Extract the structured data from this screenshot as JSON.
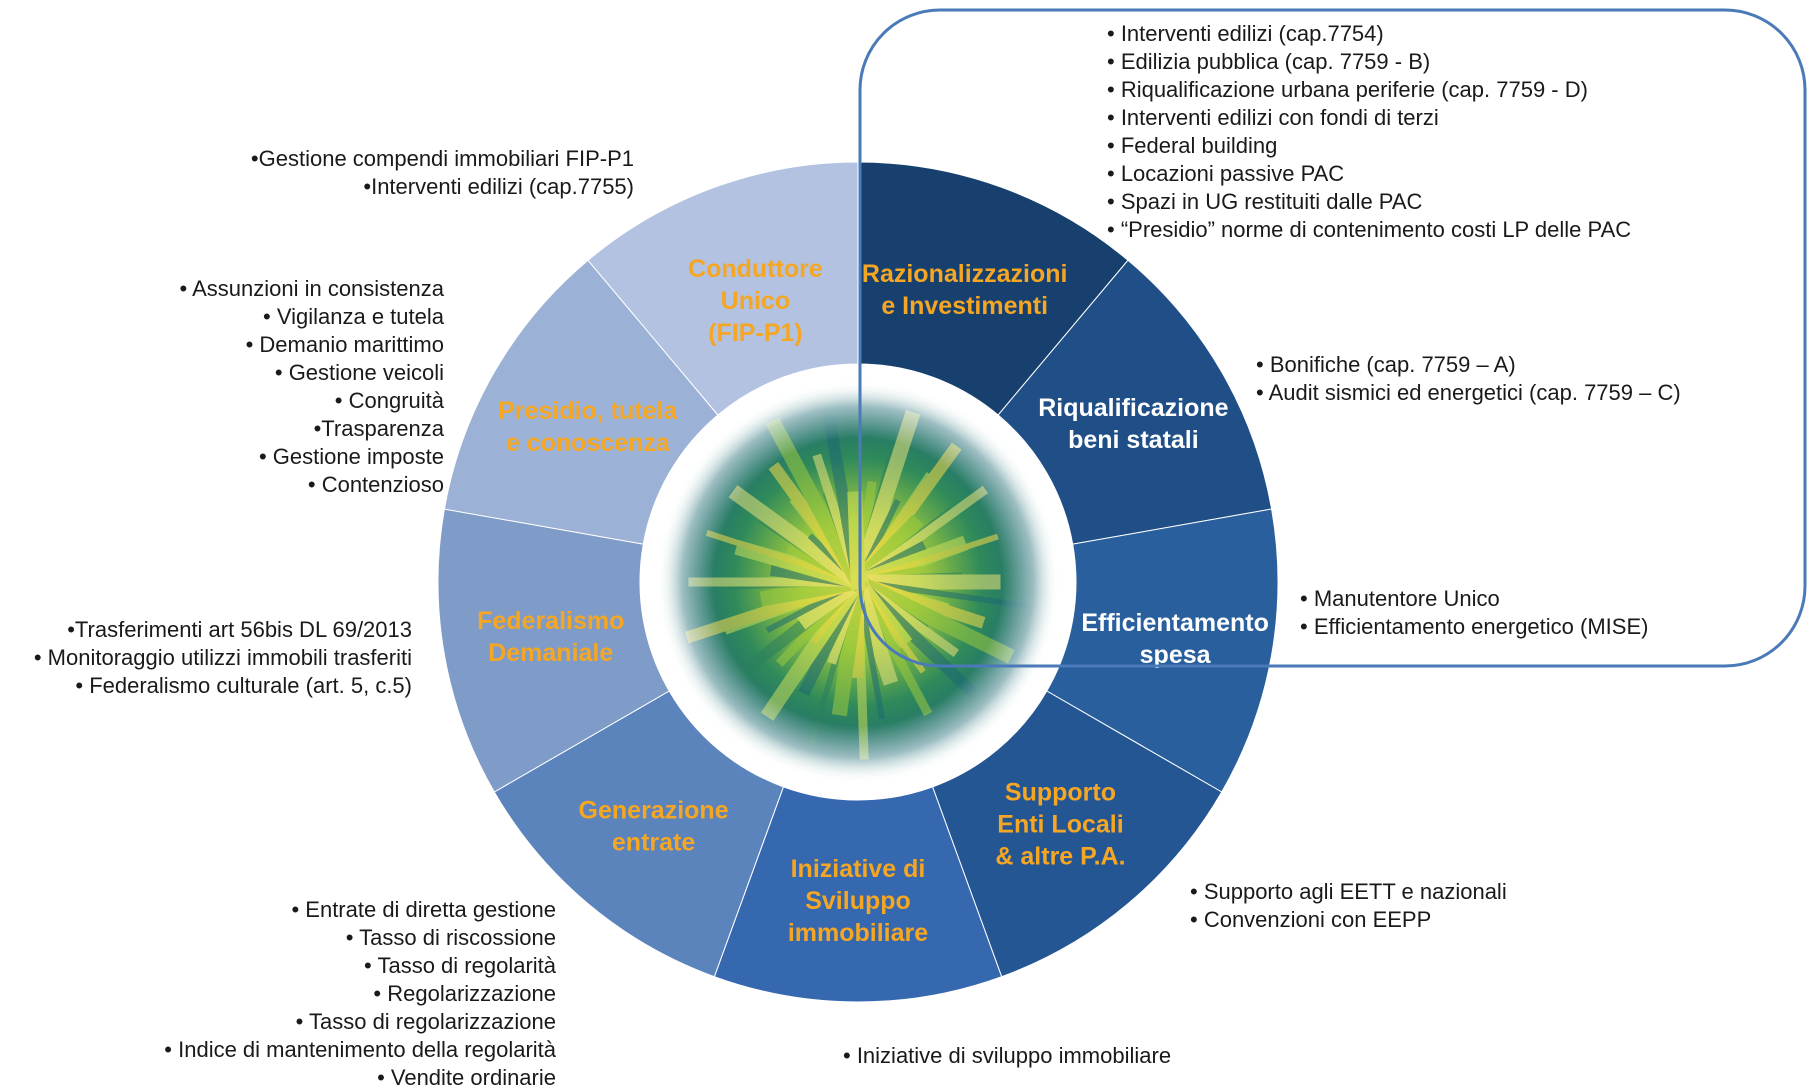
{
  "colors": {
    "label_orange": "#F5A623",
    "label_white": "#FFFFFF",
    "highlight_outline": "#4A7AB8"
  },
  "segments": [
    {
      "lines": [
        "Razionalizzazioni",
        "e Investimenti"
      ],
      "color": "#17406F",
      "label_color": "#F5A623"
    },
    {
      "lines": [
        "Riqualificazione",
        "beni statali"
      ],
      "color": "#1F4F86",
      "label_color": "#FFFFFF"
    },
    {
      "lines": [
        "Efficientamento",
        "spesa"
      ],
      "color": "#2A5F9E",
      "label_color": "#FFFFFF"
    },
    {
      "lines": [
        "Supporto",
        "Enti Locali",
        "& altre P.A."
      ],
      "color": "#255694",
      "label_color": "#F5A623"
    },
    {
      "lines": [
        "Iniziative di",
        "Sviluppo",
        "immobiliare"
      ],
      "color": "#3568AE",
      "label_color": "#F5A623"
    },
    {
      "lines": [
        "Generazione",
        "entrate"
      ],
      "color": "#5B83BC",
      "label_color": "#F5A623"
    },
    {
      "lines": [
        "Federalismo",
        "Demaniale"
      ],
      "color": "#7F9CC9",
      "label_color": "#F5A623"
    },
    {
      "lines": [
        "Presidio, tutela",
        "e conoscenza"
      ],
      "color": "#9CB1D6",
      "label_color": "#F5A623"
    },
    {
      "lines": [
        "Conduttore",
        "Unico",
        "(FIP-P1)"
      ],
      "color": "#B3C2E0",
      "label_color": "#F5A623"
    }
  ],
  "lists": {
    "razionalizzazioni": [
      "• Interventi edilizi (cap.7754)",
      "• Edilizia pubblica (cap. 7759 - B)",
      "• Riqualificazione urbana periferie (cap. 7759 - D)",
      "• Interventi edilizi con fondi di terzi",
      "• Federal building",
      "• Locazioni passive PAC",
      "• Spazi in UG restituiti dalle PAC",
      "• “Presidio” norme di contenimento costi LP delle PAC"
    ],
    "riqualificazione": [
      "• Bonifiche (cap. 7759 – A)",
      "• Audit sismici ed energetici (cap. 7759 – C)"
    ],
    "efficientamento": [
      "• Manutentore Unico",
      "• Efficientamento energetico (MISE)"
    ],
    "supporto": [
      "• Supporto agli EETT e nazionali",
      "• Convenzioni con EEPP"
    ],
    "iniziative": [
      "• Iniziative di sviluppo immobiliare"
    ],
    "generazione": [
      "• Entrate di diretta gestione",
      "• Tasso di riscossione",
      "• Tasso di regolarità",
      "• Regolarizzazione",
      "• Tasso di regolarizzazione",
      "• Indice di mantenimento della regolarità",
      "• Vendite ordinarie"
    ],
    "federalismo": [
      "•Trasferimenti art 56bis DL 69/2013",
      "• Monitoraggio utilizzi immobili trasferiti",
      "• Federalismo culturale (art. 5, c.5)"
    ],
    "presidio": [
      "• Assunzioni in consistenza",
      "• Vigilanza e tutela",
      "• Demanio marittimo",
      "• Gestione veicoli",
      "• Congruità",
      "•Trasparenza",
      "• Gestione imposte",
      "• Contenzioso"
    ],
    "conduttore": [
      "•Gestione compendi immobiliari FIP-P1",
      "•Interventi edilizi (cap.7755)"
    ]
  }
}
